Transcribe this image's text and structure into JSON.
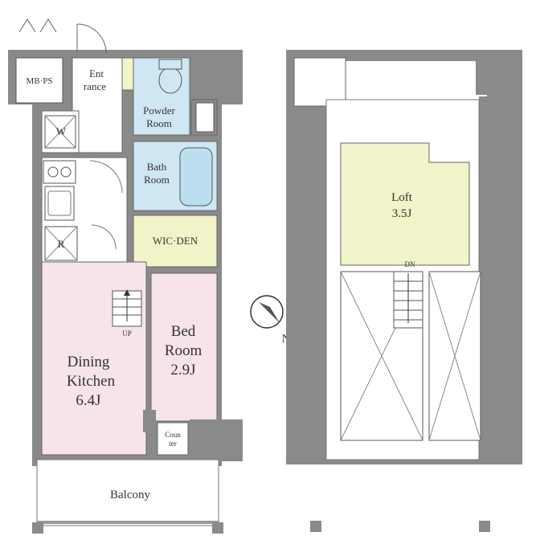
{
  "left_plan": {
    "rooms": {
      "mb_ps": "MB·PS",
      "entrance_line1": "Ent",
      "entrance_line2": "rance",
      "powder_line1": "Powder",
      "powder_line2": "Room",
      "bath_line1": "Bath",
      "bath_line2": "Room",
      "wic_den": "WIC·DEN",
      "bed_line1": "Bed",
      "bed_line2": "Room",
      "bed_size": "2.9J",
      "dk_line1": "Dining",
      "dk_line2": "Kitchen",
      "dk_size": "6.4J",
      "balcony": "Balcony",
      "counter_line1": "Coun",
      "counter_line2": "ter"
    },
    "fixtures": {
      "washer": "W",
      "fridge": "R",
      "stairs_up": "UP"
    }
  },
  "right_plan": {
    "loft_label": "Loft",
    "loft_size": "3.5J",
    "stairs_down": "DN"
  },
  "compass": {
    "north": "N"
  },
  "colors": {
    "wall": "#8a8a8a",
    "bath_blue": "#cfe6f3",
    "dining_pink": "#f7e4ea",
    "bed_pink": "#f7e4ea",
    "loft_yellow": "#f1f3c8",
    "wic_yellow": "#f1f3c8",
    "balcony": "#ffffff"
  }
}
